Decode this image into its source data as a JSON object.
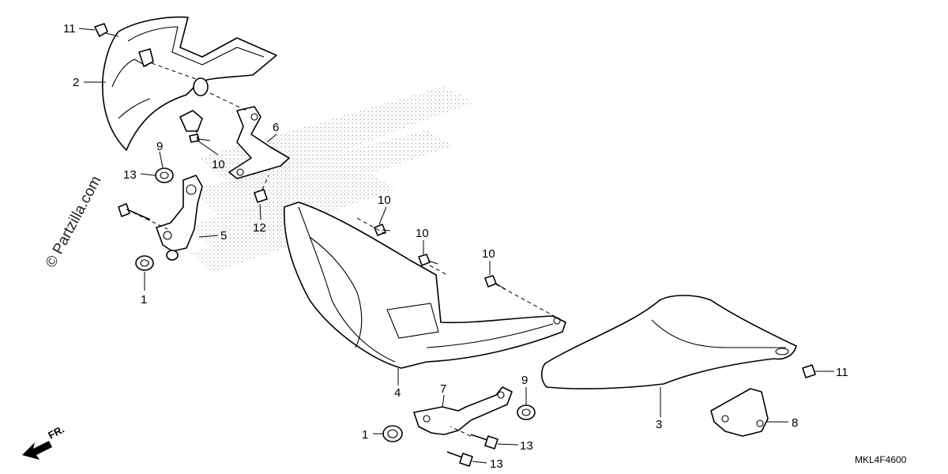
{
  "watermark": "© Partzilla.com",
  "diagram_code": "MKL4F4600",
  "direction_label": "FR.",
  "callouts": [
    {
      "id": "c11a",
      "text": "11"
    },
    {
      "id": "c2",
      "text": "2"
    },
    {
      "id": "c9a",
      "text": "9"
    },
    {
      "id": "c13a",
      "text": "13"
    },
    {
      "id": "c10a",
      "text": "10"
    },
    {
      "id": "c6",
      "text": "6"
    },
    {
      "id": "c5",
      "text": "5"
    },
    {
      "id": "c12",
      "text": "12"
    },
    {
      "id": "c1a",
      "text": "1"
    },
    {
      "id": "c10b",
      "text": "10"
    },
    {
      "id": "c10c",
      "text": "10"
    },
    {
      "id": "c10d",
      "text": "10"
    },
    {
      "id": "c4",
      "text": "4"
    },
    {
      "id": "c7",
      "text": "7"
    },
    {
      "id": "c9b",
      "text": "9"
    },
    {
      "id": "c3",
      "text": "3"
    },
    {
      "id": "c11b",
      "text": "11"
    },
    {
      "id": "c8",
      "text": "8"
    },
    {
      "id": "c1b",
      "text": "1"
    },
    {
      "id": "c13b",
      "text": "13"
    },
    {
      "id": "c13c",
      "text": "13"
    }
  ]
}
